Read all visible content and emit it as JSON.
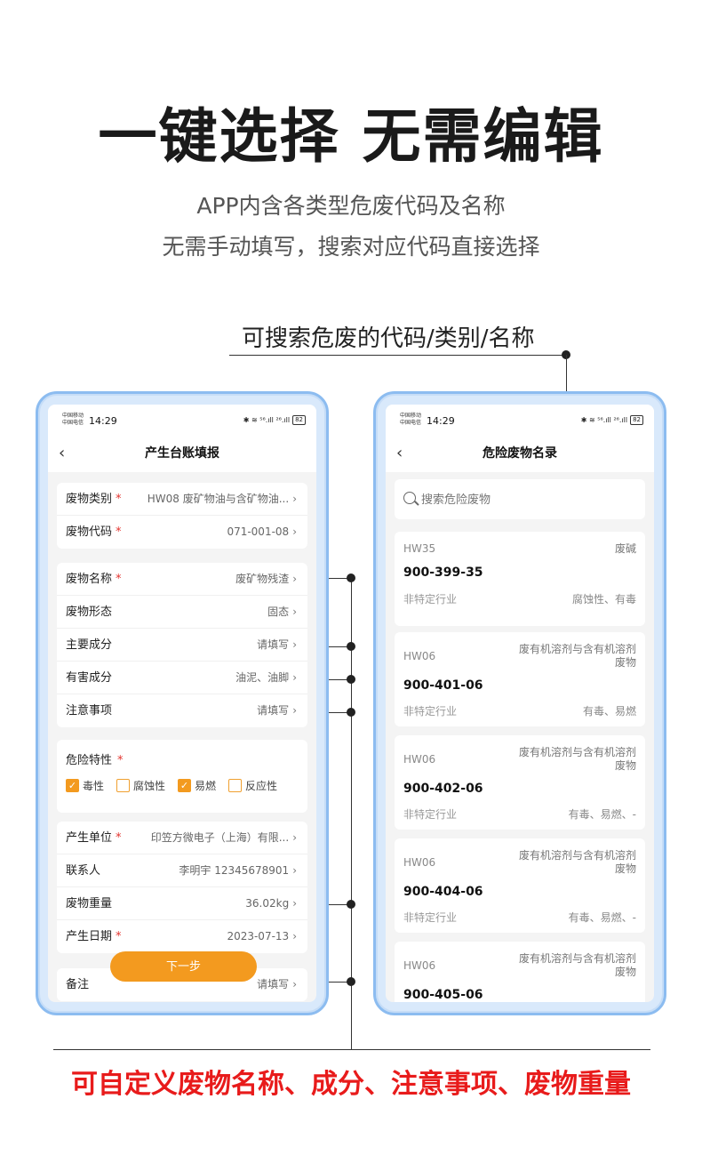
{
  "headline": "一键选择 无需编辑",
  "subtitle_line1": "APP内含各类型危废代码及名称",
  "subtitle_line2": "无需手动填写，搜索对应代码直接选择",
  "callout_top": "可搜索危废的代码/类别/名称",
  "callout_bottom": "可自定义废物名称、成分、注意事项、废物重量",
  "status": {
    "carrier1": "中国移动",
    "carrier2": "中国电信",
    "time": "14:29",
    "icons": "✱ ≋ ⁵⁶.ıll ²⁶.ıll",
    "battery": "82"
  },
  "left_phone": {
    "title": "产生台账填报",
    "back": "‹",
    "required_mark": "*",
    "chevron": "›",
    "group1": [
      {
        "label": "废物类别",
        "required": true,
        "value": "HW08 废矿物油与含矿物油..."
      },
      {
        "label": "废物代码",
        "required": true,
        "value": "071-001-08"
      }
    ],
    "group2": [
      {
        "label": "废物名称",
        "required": true,
        "value": "废矿物残渣"
      },
      {
        "label": "废物形态",
        "required": false,
        "value": "固态"
      },
      {
        "label": "主要成分",
        "required": false,
        "value": "请填写"
      },
      {
        "label": "有害成分",
        "required": false,
        "value": "油泥、油脚"
      },
      {
        "label": "注意事项",
        "required": false,
        "value": "请填写"
      }
    ],
    "hazard": {
      "title": "危险特性",
      "options": [
        {
          "label": "毒性",
          "checked": true
        },
        {
          "label": "腐蚀性",
          "checked": false
        },
        {
          "label": "易燃",
          "checked": true
        },
        {
          "label": "反应性",
          "checked": false
        }
      ]
    },
    "group3": [
      {
        "label": "产生单位",
        "required": true,
        "value": "印笠方微电子（上海）有限..."
      },
      {
        "label": "联系人",
        "required": false,
        "value": "李明宇 12345678901"
      },
      {
        "label": "废物重量",
        "required": false,
        "value": "36.02kg"
      },
      {
        "label": "产生日期",
        "required": true,
        "value": "2023-07-13"
      }
    ],
    "group4": [
      {
        "label": "备注",
        "required": false,
        "value": "请填写"
      }
    ],
    "next_button": "下一步",
    "check_glyph": "✓"
  },
  "right_phone": {
    "title": "危险废物名录",
    "back": "‹",
    "search_placeholder": "搜索危险废物",
    "items": [
      {
        "category": "HW35",
        "name": "废碱",
        "code": "900-399-35",
        "industry": "非特定行业",
        "properties": "腐蚀性、有毒"
      },
      {
        "category": "HW06",
        "name": "废有机溶剂与含有机溶剂废物",
        "code": "900-401-06",
        "industry": "非特定行业",
        "properties": "有毒、易燃"
      },
      {
        "category": "HW06",
        "name": "废有机溶剂与含有机溶剂废物",
        "code": "900-402-06",
        "industry": "非特定行业",
        "properties": "有毒、易燃、-"
      },
      {
        "category": "HW06",
        "name": "废有机溶剂与含有机溶剂废物",
        "code": "900-404-06",
        "industry": "非特定行业",
        "properties": "有毒、易燃、-"
      },
      {
        "category": "HW06",
        "name": "废有机溶剂与含有机溶剂废物",
        "code": "900-405-06",
        "industry": "",
        "properties": ""
      }
    ]
  }
}
